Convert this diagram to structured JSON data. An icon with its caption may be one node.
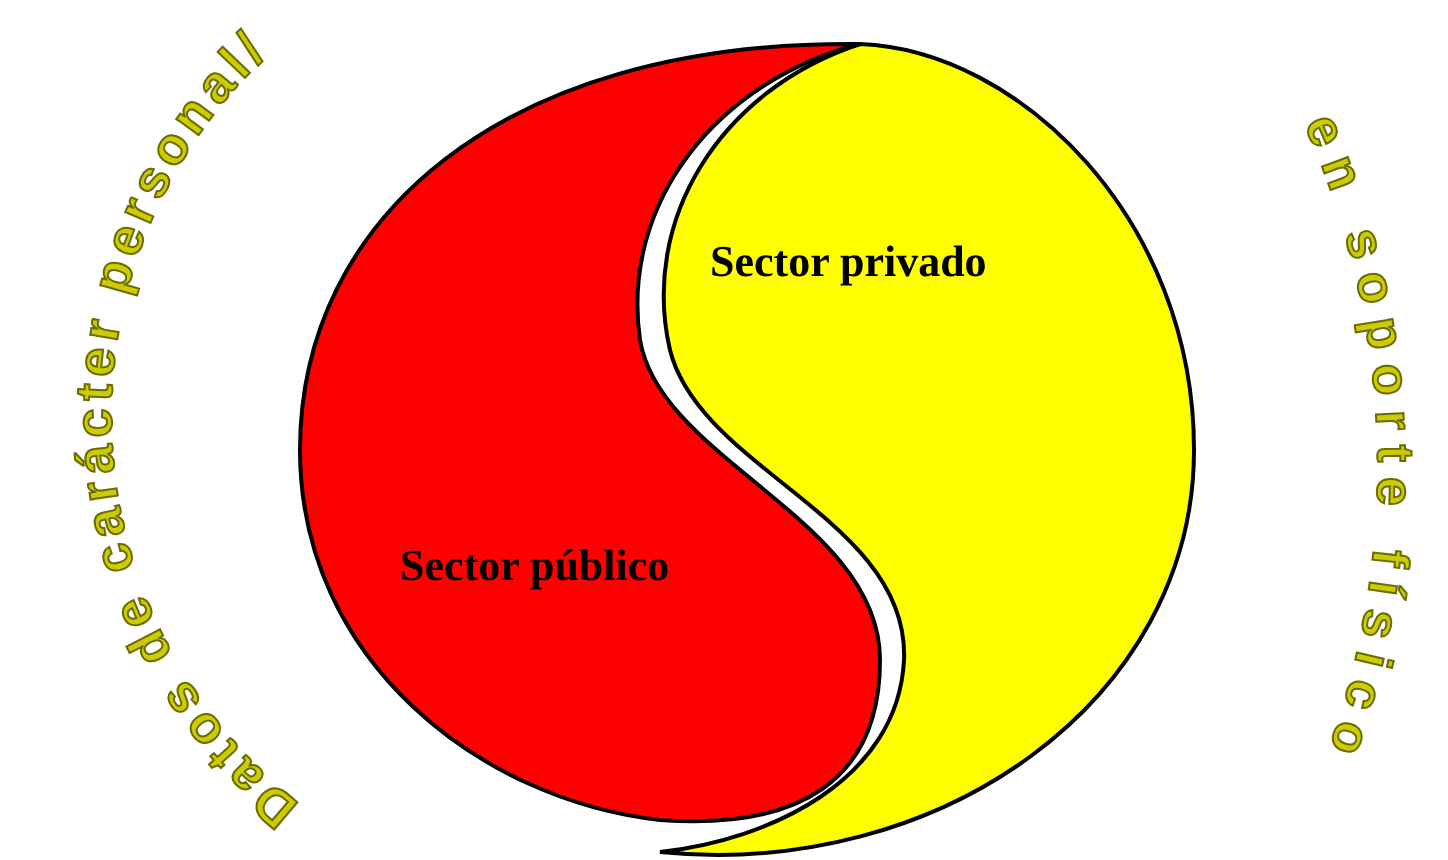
{
  "diagram": {
    "nodes": [
      {
        "text": [
          "Sector privado"
        ]
      },
      {
        "text": [
          "Sector público"
        ]
      }
    ],
    "labels": [
      "Datos de carácter personal/",
      "en soporte físico"
    ]
  }
}
